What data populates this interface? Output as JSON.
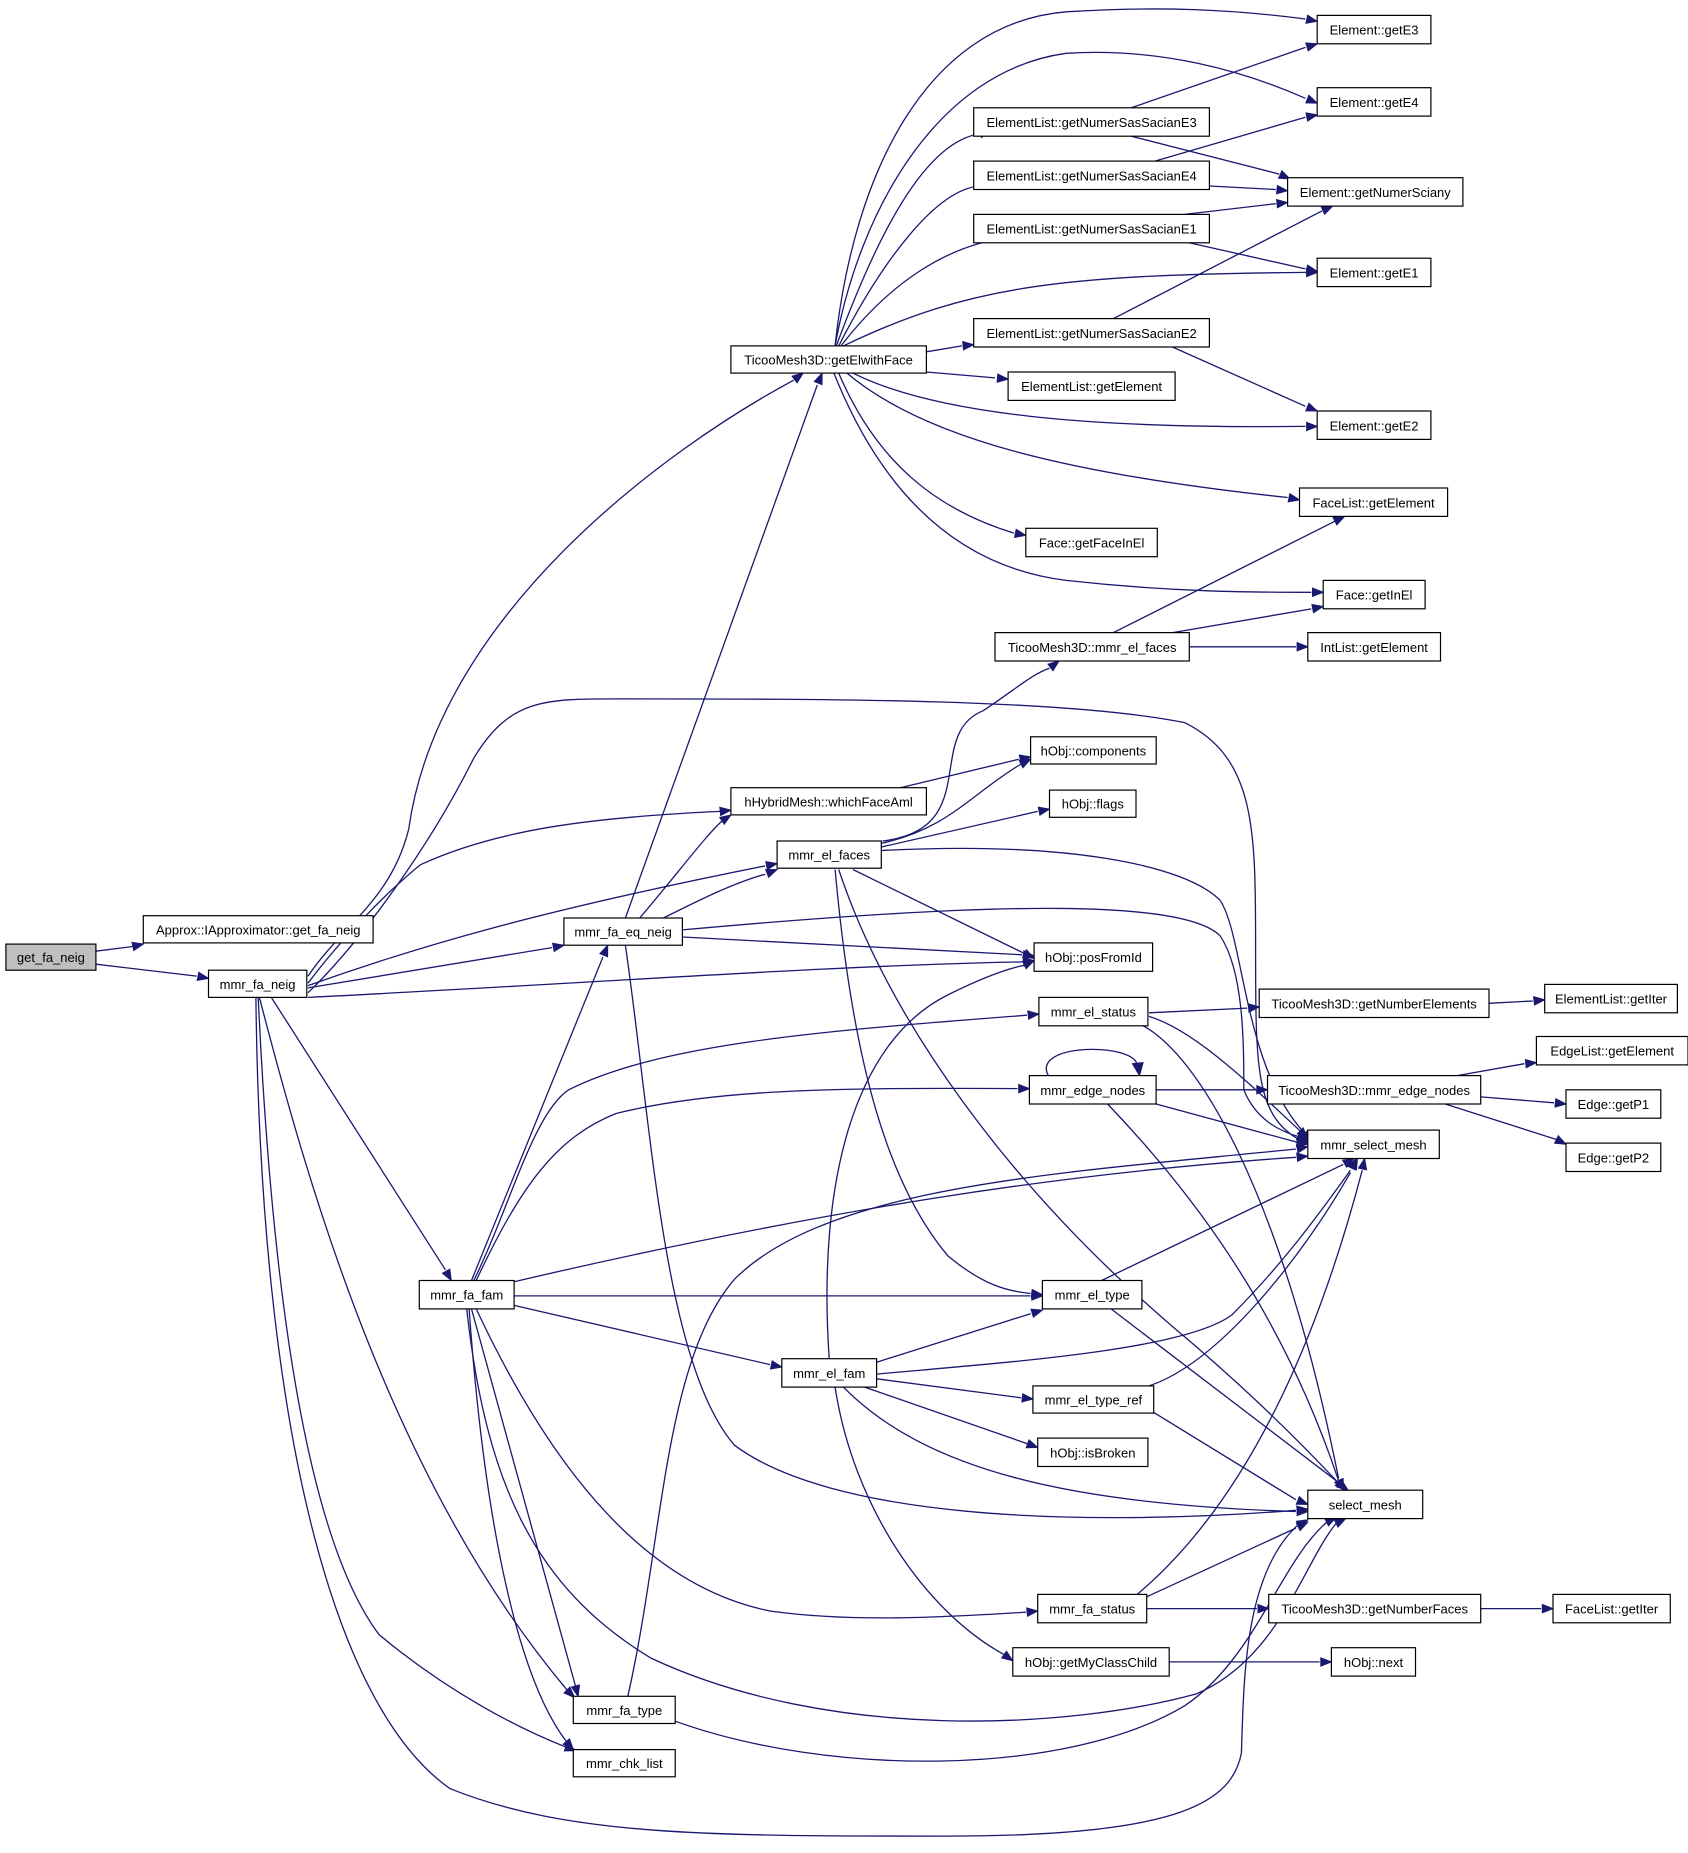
{
  "diagram": {
    "colors": {
      "edge": "#191970",
      "root_fill": "#bfbfbf",
      "node_fill": "#ffffff",
      "node_border": "#000000"
    },
    "nodes": [
      {
        "id": "get_fa_neig",
        "label": "get_fa_neig",
        "root": true
      },
      {
        "id": "approx",
        "label": "Approx::IApproximator::get_fa_neig"
      },
      {
        "id": "mmr_fa_neig",
        "label": "mmr_fa_neig"
      },
      {
        "id": "getElwithFace",
        "label": "TicooMesh3D::getElwithFace"
      },
      {
        "id": "whichFaceAml",
        "label": "hHybridMesh::whichFaceAml"
      },
      {
        "id": "mmr_fa_eq_neig",
        "label": "mmr_fa_eq_neig"
      },
      {
        "id": "mmr_el_faces",
        "label": "mmr_el_faces"
      },
      {
        "id": "mmr_fa_fam",
        "label": "mmr_fa_fam"
      },
      {
        "id": "mmr_fa_type",
        "label": "mmr_fa_type"
      },
      {
        "id": "mmr_chk_list",
        "label": "mmr_chk_list"
      },
      {
        "id": "el_getE3",
        "label": "Element::getE3"
      },
      {
        "id": "el_getE4",
        "label": "Element::getE4"
      },
      {
        "id": "el_getNumerSciany",
        "label": "Element::getNumerSciany"
      },
      {
        "id": "el_getE1",
        "label": "Element::getE1"
      },
      {
        "id": "el_getE2",
        "label": "Element::getE2"
      },
      {
        "id": "elist_E3",
        "label": "ElementList::getNumerSasSacianE3"
      },
      {
        "id": "elist_E4",
        "label": "ElementList::getNumerSasSacianE4"
      },
      {
        "id": "elist_E1",
        "label": "ElementList::getNumerSasSacianE1"
      },
      {
        "id": "elist_E2",
        "label": "ElementList::getNumerSasSacianE2"
      },
      {
        "id": "elist_getElement",
        "label": "ElementList::getElement"
      },
      {
        "id": "facelist_getElement",
        "label": "FaceList::getElement"
      },
      {
        "id": "face_getFaceInEl",
        "label": "Face::getFaceInEl"
      },
      {
        "id": "face_getInEl",
        "label": "Face::getInEl"
      },
      {
        "id": "mmr_el_faces_tm",
        "label": "TicooMesh3D::mmr_el_faces"
      },
      {
        "id": "intlist_getElement",
        "label": "IntList::getElement"
      },
      {
        "id": "hobj_components",
        "label": "hObj::components"
      },
      {
        "id": "hobj_flags",
        "label": "hObj::flags"
      },
      {
        "id": "hobj_posFromId",
        "label": "hObj::posFromId"
      },
      {
        "id": "mmr_el_status",
        "label": "mmr_el_status"
      },
      {
        "id": "tm_getNumberElements",
        "label": "TicooMesh3D::getNumberElements"
      },
      {
        "id": "elist_getIter",
        "label": "ElementList::getIter"
      },
      {
        "id": "mmr_edge_nodes",
        "label": "mmr_edge_nodes"
      },
      {
        "id": "tm_mmr_edge_nodes",
        "label": "TicooMesh3D::mmr_edge_nodes"
      },
      {
        "id": "edgelist_getElement",
        "label": "EdgeList::getElement"
      },
      {
        "id": "edge_getP1",
        "label": "Edge::getP1"
      },
      {
        "id": "edge_getP2",
        "label": "Edge::getP2"
      },
      {
        "id": "mmr_select_mesh",
        "label": "mmr_select_mesh"
      },
      {
        "id": "mmr_el_type",
        "label": "mmr_el_type"
      },
      {
        "id": "mmr_el_fam",
        "label": "mmr_el_fam"
      },
      {
        "id": "mmr_el_type_ref",
        "label": "mmr_el_type_ref"
      },
      {
        "id": "hobj_isBroken",
        "label": "hObj::isBroken"
      },
      {
        "id": "select_mesh",
        "label": "select_mesh"
      },
      {
        "id": "mmr_fa_status",
        "label": "mmr_fa_status"
      },
      {
        "id": "tm_getNumberFaces",
        "label": "TicooMesh3D::getNumberFaces"
      },
      {
        "id": "facelist_getIter",
        "label": "FaceList::getIter"
      },
      {
        "id": "hobj_getMyClassChild",
        "label": "hObj::getMyClassChild"
      },
      {
        "id": "hobj_next",
        "label": "hObj::next"
      }
    ]
  }
}
